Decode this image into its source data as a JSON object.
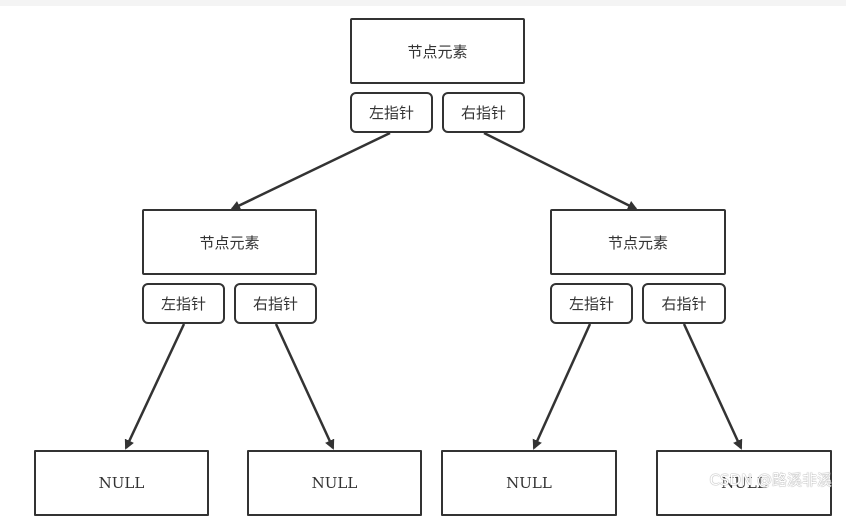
{
  "diagram": {
    "root": {
      "element": "节点元素",
      "left_pointer": "左指针",
      "right_pointer": "右指针"
    },
    "left_child": {
      "element": "节点元素",
      "left_pointer": "左指针",
      "right_pointer": "右指针"
    },
    "right_child": {
      "element": "节点元素",
      "left_pointer": "左指针",
      "right_pointer": "右指针"
    },
    "leaves": [
      "NULL",
      "NULL",
      "NULL",
      "NULL"
    ],
    "edge_color": "#333333"
  },
  "watermark": "CSDN @路溪非溪"
}
